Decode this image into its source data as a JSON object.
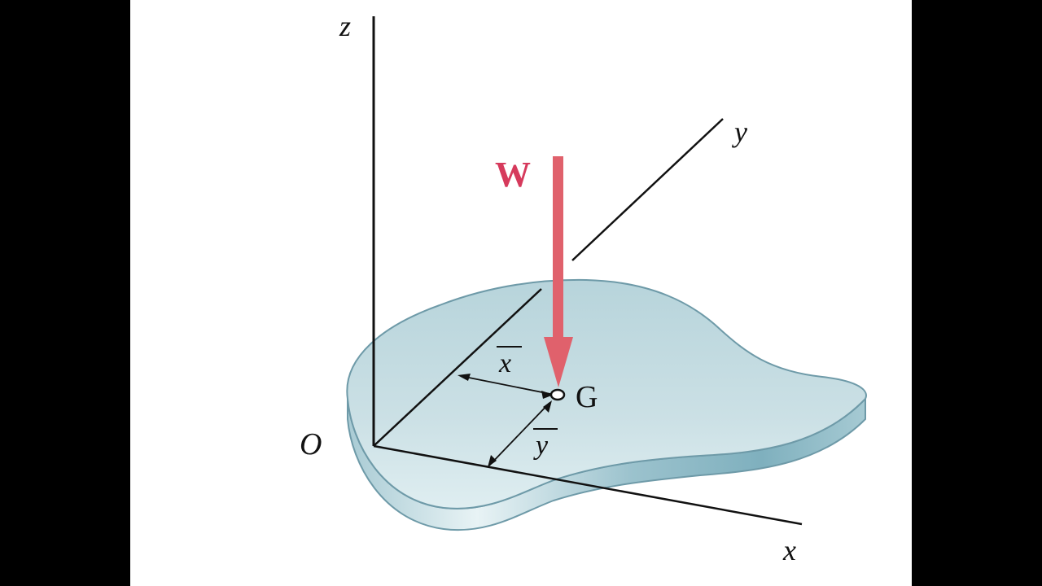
{
  "diagram": {
    "labels": {
      "axis_z": "z",
      "axis_y": "y",
      "axis_x": "x",
      "origin": "O",
      "center_of_gravity": "G",
      "weight_force": "W",
      "x_bar": "x",
      "y_bar": "y"
    },
    "colors": {
      "background_left_bar": "#000000",
      "background_right_bar": "#000000",
      "canvas": "#ffffff",
      "plate_top": "#c5dde3",
      "plate_side": "#9cc4cf",
      "plate_edge": "#6e9aa8",
      "axis_line": "#111111",
      "weight_arrow": "#e0616c",
      "weight_label": "#d63a5c"
    },
    "notes": {
      "x_bar_overline": true,
      "y_bar_overline": true
    }
  }
}
